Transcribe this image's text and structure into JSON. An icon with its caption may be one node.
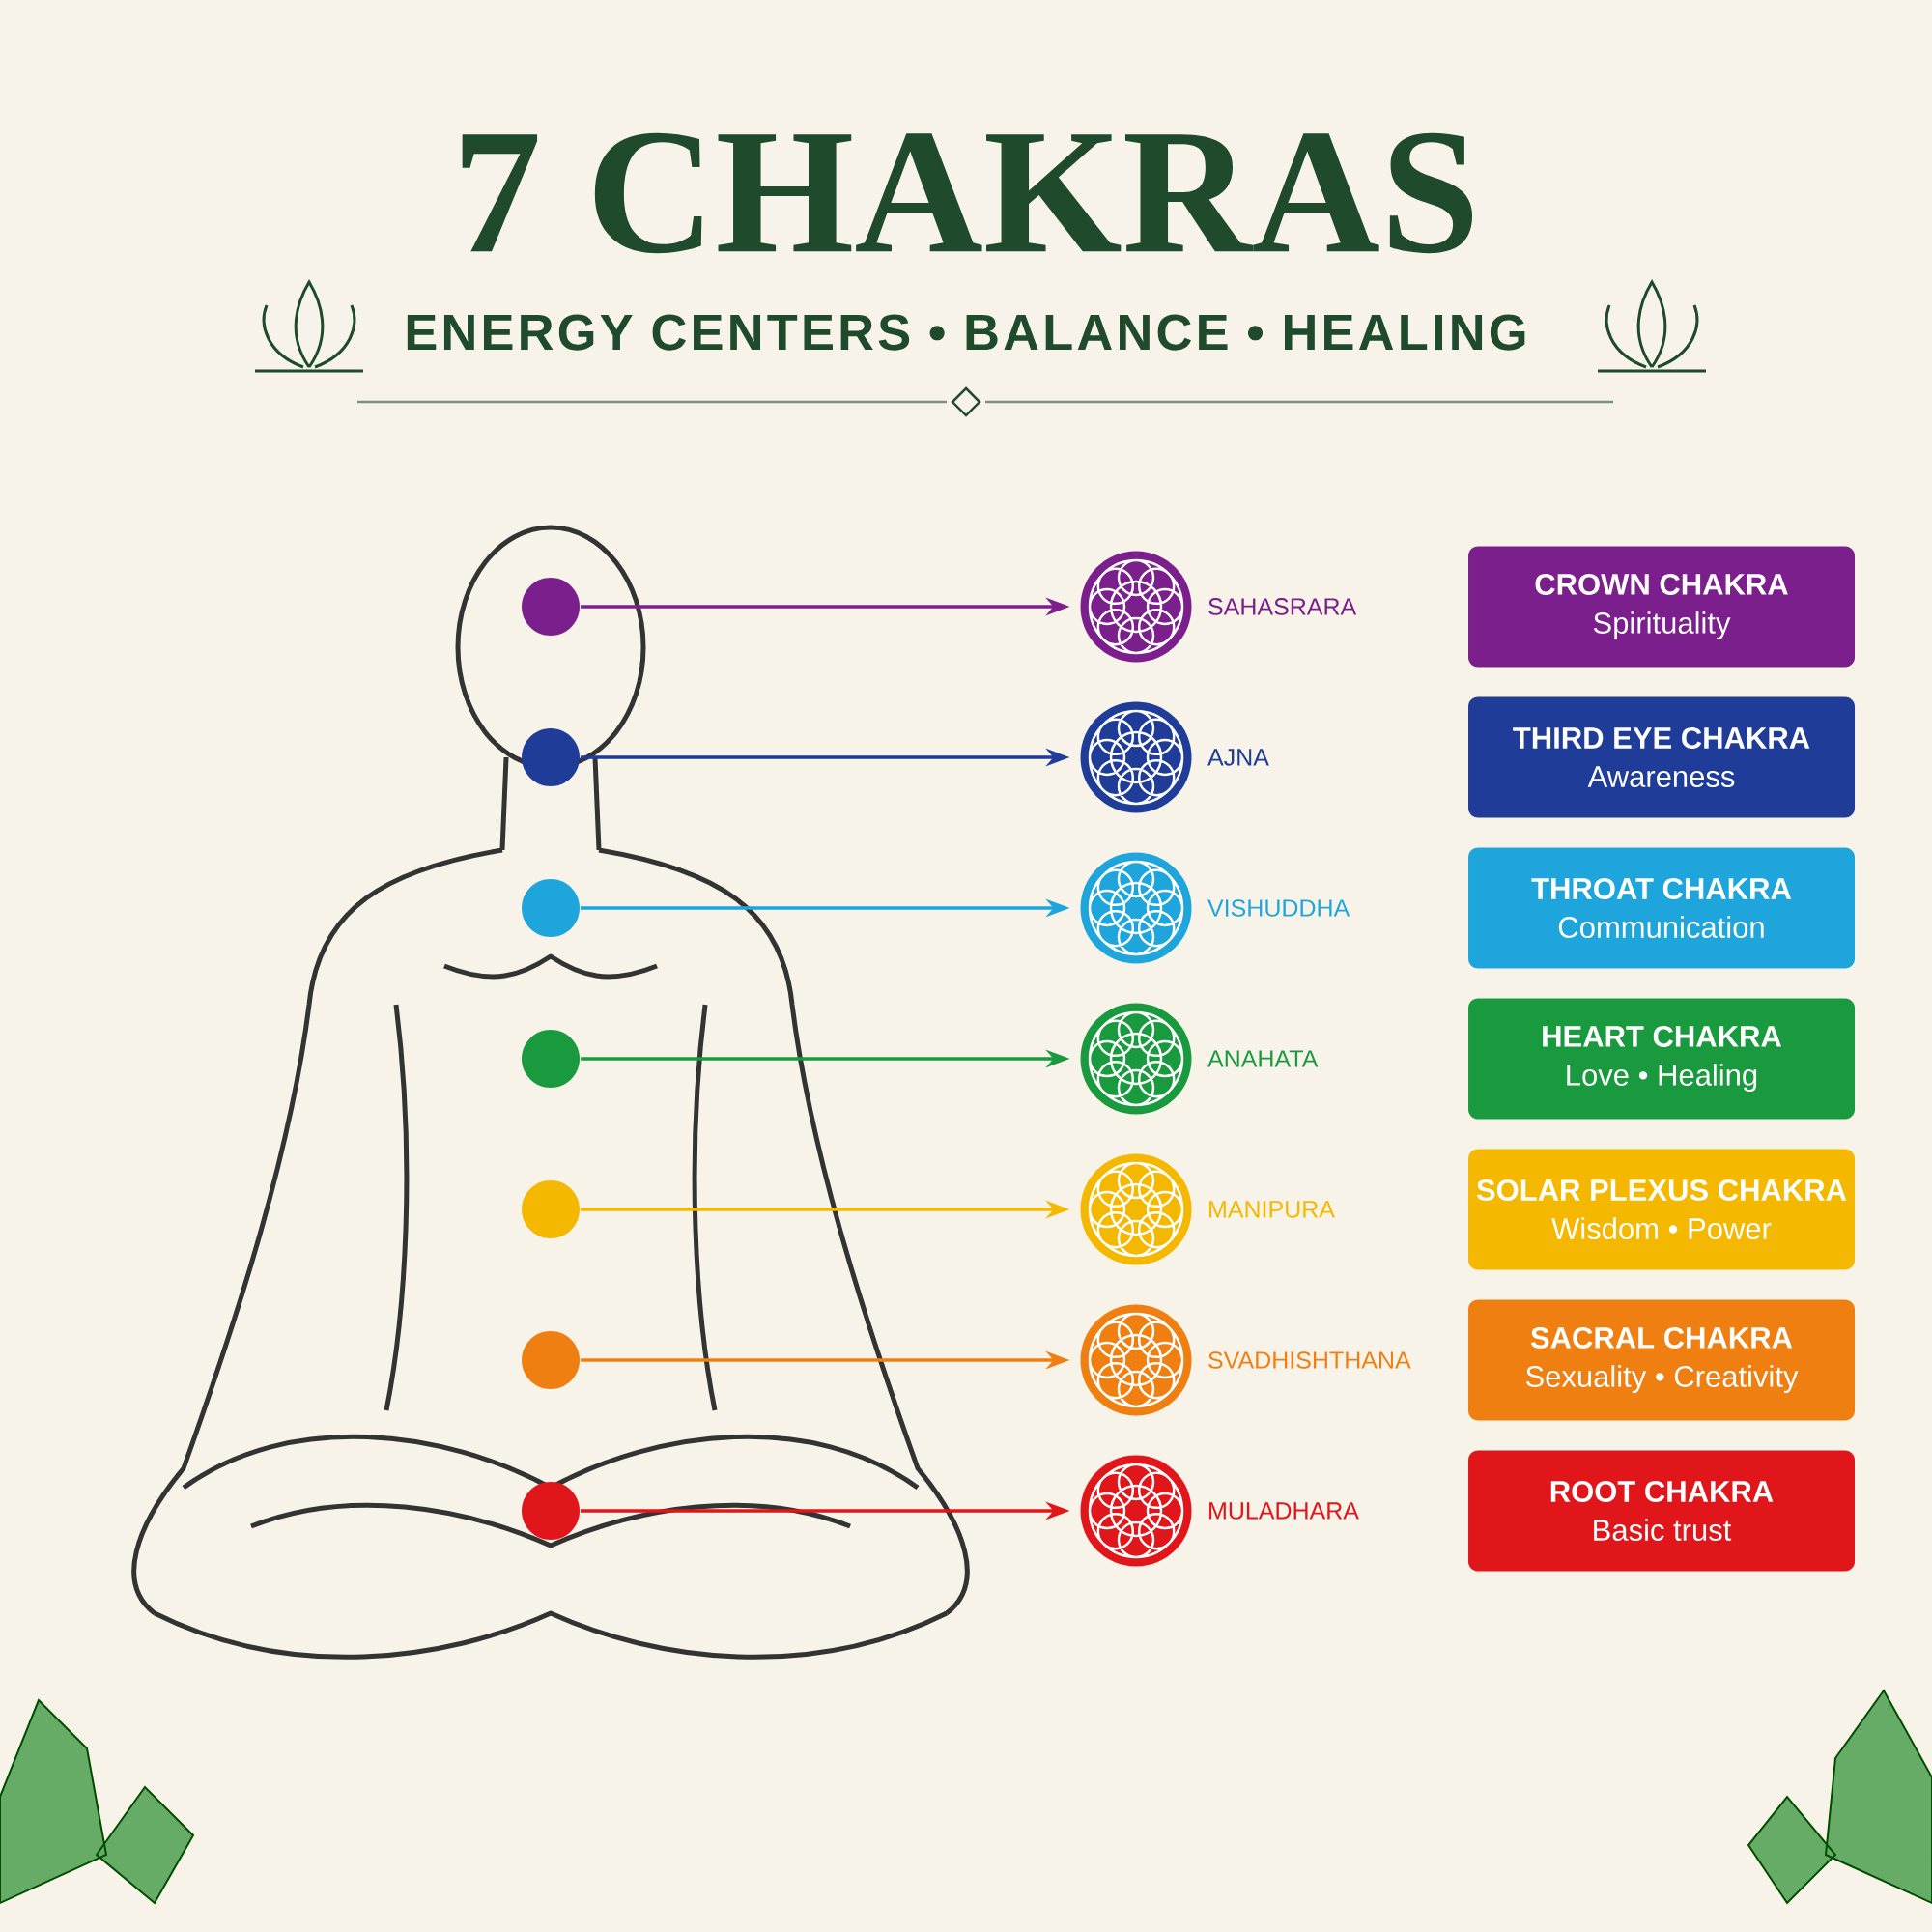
{
  "diagram": {
    "title": "7 CHAKRAS",
    "nodes": [
      {
        "text": [],
        "shape": "circle"
      },
      {
        "text": [],
        "shape": "picture",
        "beside": [
          "SAHASRARA"
        ]
      },
      {
        "text": [
          "CROWN CHAKRA",
          "Spirituality"
        ]
      },
      {
        "text": [],
        "shape": "circle"
      },
      {
        "text": [],
        "shape": "picture",
        "beside": [
          "AJNA"
        ]
      },
      {
        "text": [
          "THIRD EYE CHAKRA",
          "Awareness"
        ]
      },
      {
        "text": [],
        "shape": "circle"
      },
      {
        "text": [],
        "shape": "picture",
        "beside": [
          "VISHUDDHA"
        ]
      },
      {
        "text": [
          "THROAT CHAKRA",
          "Communication"
        ]
      },
      {
        "text": [],
        "shape": "circle"
      },
      {
        "text": [],
        "shape": "picture",
        "beside": [
          "ANAHATA"
        ]
      },
      {
        "text": [
          "HEART CHAKRA",
          "Love • Healing"
        ]
      },
      {
        "text": [],
        "shape": "circle"
      },
      {
        "text": [],
        "shape": "picture",
        "beside": [
          "MANIPURA"
        ]
      },
      {
        "text": [
          "SOLAR PLEXUS CHAKRA",
          "Wisdom • Power"
        ]
      },
      {
        "text": [],
        "shape": "circle"
      },
      {
        "text": [],
        "shape": "picture",
        "beside": [
          "SVADHISHTHANA"
        ]
      },
      {
        "text": [
          "SACRAL CHAKRA",
          "Sexuality • Creativity"
        ]
      },
      {
        "text": [],
        "shape": "circle"
      },
      {
        "text": [],
        "shape": "picture",
        "beside": [
          "MULADHARA"
        ]
      },
      {
        "text": [
          "ROOT CHAKRA",
          "Basic trust"
        ]
      }
    ],
    "edges": [
      {
        "from": 0,
        "to": 1,
        "arrow": "to",
        "color": "#7b1f8c"
      },
      {
        "from": 3,
        "to": 4,
        "arrow": "to",
        "color": "#1f3c99"
      },
      {
        "from": 6,
        "to": 7,
        "arrow": "to",
        "color": "#1ea6dc"
      },
      {
        "from": 9,
        "to": 10,
        "arrow": "to",
        "color": "#1a9a3e"
      },
      {
        "from": 12,
        "to": 13,
        "arrow": "to",
        "color": "#f5b800"
      },
      {
        "from": 15,
        "to": 16,
        "arrow": "to",
        "color": "#f07f12"
      },
      {
        "from": 18,
        "to": 19,
        "arrow": "to",
        "color": "#e0161b"
      }
    ],
    "labels": [
      "ENERGY CENTERS • BALANCE • HEALING"
    ]
  }
}
